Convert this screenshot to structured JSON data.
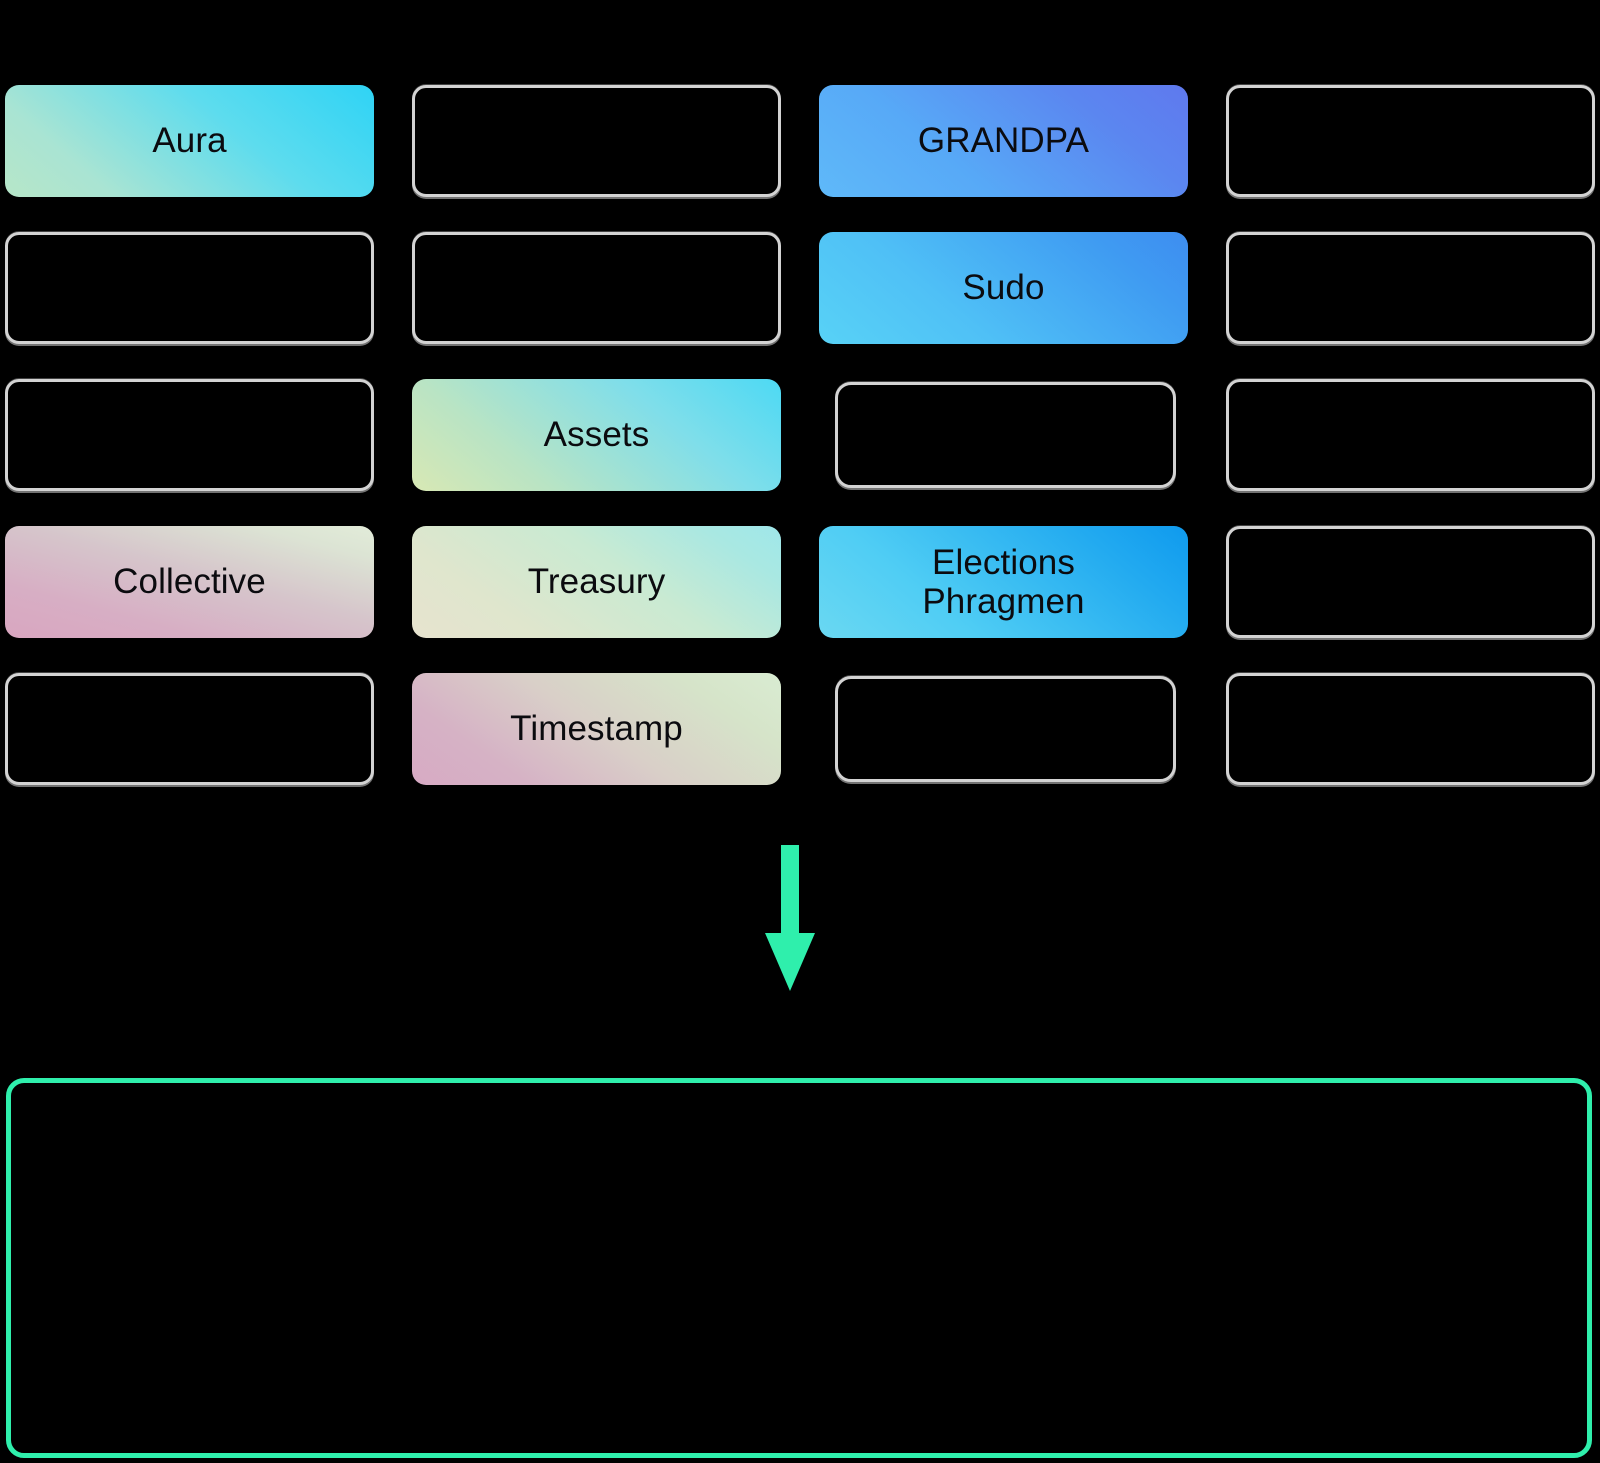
{
  "canvas": {
    "background": "#000000"
  },
  "palette": {
    "outline": "#d3d3d3",
    "accent_green": "#2fefac",
    "label_text": "#0b0b0f"
  },
  "pallet_grid": {
    "columns": 4,
    "rows": 5,
    "cells": [
      {
        "label": "Aura",
        "filled": true,
        "theme": "g-aura",
        "row": 1,
        "col": 1
      },
      {
        "label": "",
        "filled": false,
        "theme": "",
        "row": 1,
        "col": 2
      },
      {
        "label": "GRANDPA",
        "filled": true,
        "theme": "g-grandpa",
        "row": 1,
        "col": 3
      },
      {
        "label": "",
        "filled": false,
        "theme": "",
        "row": 1,
        "col": 4
      },
      {
        "label": "",
        "filled": false,
        "theme": "",
        "row": 2,
        "col": 1
      },
      {
        "label": "",
        "filled": false,
        "theme": "",
        "row": 2,
        "col": 2
      },
      {
        "label": "Sudo",
        "filled": true,
        "theme": "g-sudo",
        "row": 2,
        "col": 3
      },
      {
        "label": "",
        "filled": false,
        "theme": "",
        "row": 2,
        "col": 4
      },
      {
        "label": "",
        "filled": false,
        "theme": "",
        "row": 3,
        "col": 1
      },
      {
        "label": "Assets",
        "filled": true,
        "theme": "g-assets",
        "row": 3,
        "col": 2
      },
      {
        "label": "",
        "filled": false,
        "theme": "",
        "row": 3,
        "col": 3
      },
      {
        "label": "",
        "filled": false,
        "theme": "",
        "row": 3,
        "col": 4
      },
      {
        "label": "Collective",
        "filled": true,
        "theme": "g-collective",
        "row": 4,
        "col": 1
      },
      {
        "label": "Treasury",
        "filled": true,
        "theme": "g-treasury",
        "row": 4,
        "col": 2
      },
      {
        "label": "Elections\nPhragmen",
        "filled": true,
        "theme": "g-elections",
        "row": 4,
        "col": 3
      },
      {
        "label": "",
        "filled": false,
        "theme": "",
        "row": 4,
        "col": 4
      },
      {
        "label": "",
        "filled": false,
        "theme": "",
        "row": 5,
        "col": 1
      },
      {
        "label": "Timestamp",
        "filled": true,
        "theme": "g-timestamp",
        "row": 5,
        "col": 2
      },
      {
        "label": "",
        "filled": false,
        "theme": "",
        "row": 5,
        "col": 3
      },
      {
        "label": "",
        "filled": false,
        "theme": "",
        "row": 5,
        "col": 4
      }
    ]
  },
  "flow": {
    "arrow_direction": "down",
    "arrow_color": "#2fefac",
    "arrow_icon": "arrow-down-icon"
  },
  "runtime_box": {
    "label": "",
    "border_color": "#2fefac"
  }
}
